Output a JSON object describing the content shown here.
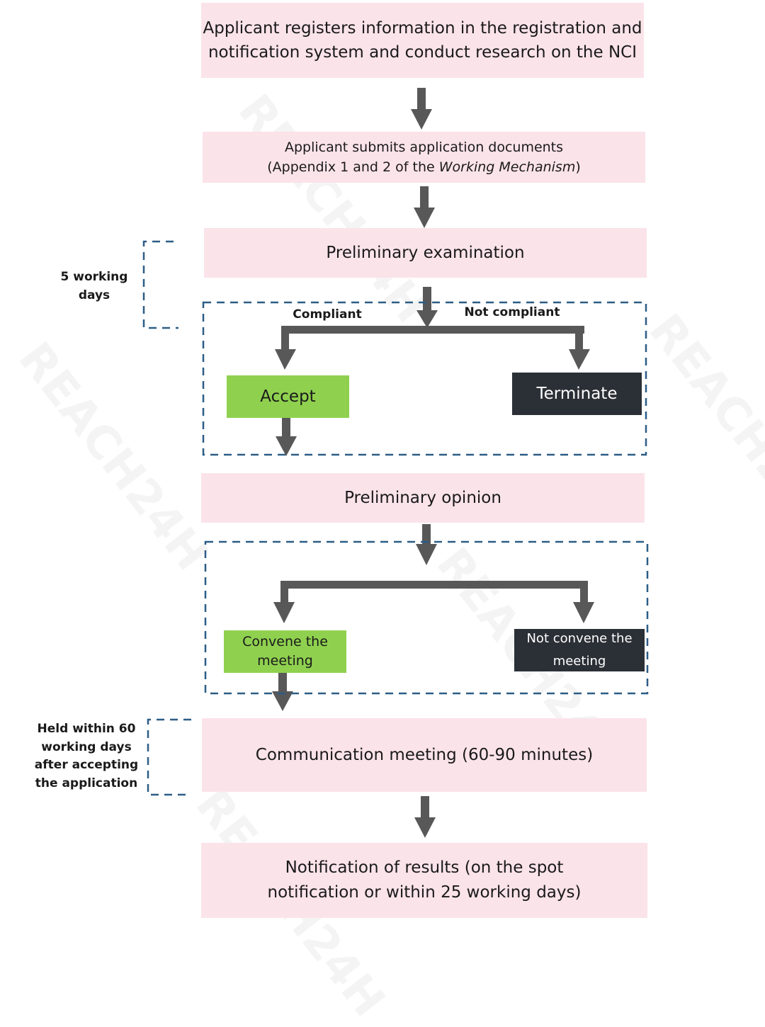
{
  "steps": {
    "register": {
      "line1": "Applicant registers information in the registration and",
      "line2": "notification system and conduct research on the NCI"
    },
    "submit": {
      "line1": "Applicant submits application documents",
      "line2_pre": "(Appendix 1 and 2 of the ",
      "line2_italic": "Working Mechanism",
      "line2_post": ")"
    },
    "prelim_exam": "Preliminary examination",
    "accept": "Accept",
    "terminate": "Terminate",
    "prelim_opinion": "Preliminary opinion",
    "convene": {
      "line1": "Convene the",
      "line2": "meeting"
    },
    "not_convene": {
      "line1": "Not convene the",
      "line2": "meeting"
    },
    "communication": "Communication meeting (60-90 minutes)",
    "notification": {
      "line1": "Notification of results (on the spot",
      "line2": "notification or within 25 working days)"
    }
  },
  "branch_labels": {
    "compliant": "Compliant",
    "not_compliant": "Not compliant"
  },
  "side_notes": {
    "exam_time": {
      "line1": "5 working",
      "line2": "days"
    },
    "meeting_time": {
      "line1": "Held within 60",
      "line2": "working days",
      "line3": "after accepting",
      "line4": "the application"
    }
  },
  "watermark": "REACH24H",
  "colors": {
    "pink": "#fbe3ea",
    "green": "#8fd14f",
    "dark": "#2b2f36",
    "arrow": "#585858",
    "dashed": "#2c5d86"
  }
}
